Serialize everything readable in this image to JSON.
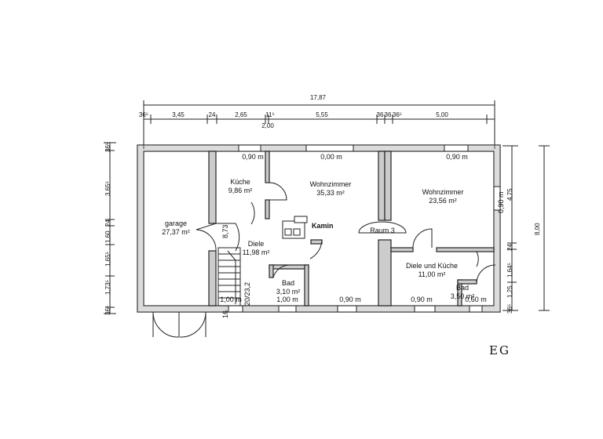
{
  "plan": {
    "top_dims": {
      "total": "17,87",
      "d1": "36⁵",
      "d2": "3,45",
      "d3": "24",
      "d4": "2,65",
      "d5": "11⁵",
      "d6": "2,00",
      "d7": "5,55",
      "d8": "36",
      "d9": "36",
      "d10": "36⁵",
      "d11": "5,00"
    },
    "right_dims": {
      "total": "8,00",
      "d1": "4,75",
      "d2": "24",
      "d3": "1,64⁵",
      "d4": "1,25",
      "d5": "36⁵"
    },
    "left_dims": {
      "d1": "36⁵",
      "d2": "3,65⁵",
      "d3": "24",
      "d4": "1,60",
      "d5": "1,65⁵",
      "d6": "1,73⁵",
      "d7": "36⁵"
    },
    "openings": {
      "kueche_top": "0,90 m",
      "wohn_top": "0,00 m",
      "wohn2_top": "0,90 m",
      "wohn2_right": "0,90 m",
      "garage_bottom": "1,00 m",
      "bad_bottom": "1,00 m",
      "wohn_bottom": "0,90 m",
      "dk_bottom": "0,90 m",
      "bad2_bottom": "0,60 m",
      "stair_text": "20/23,2",
      "stair_n": "16",
      "diele_side": "8,73"
    },
    "rooms": {
      "garage": {
        "name": "garage",
        "area": "27,37 m²"
      },
      "kueche": {
        "name": "Küche",
        "area": "9,86 m²"
      },
      "wohn1": {
        "name": "Wohnzimmer",
        "area": "35,33 m²"
      },
      "diele": {
        "name": "Diele",
        "area": "11,98 m²"
      },
      "bad1": {
        "name": "Bad",
        "area": "3,10 m²"
      },
      "kamin": "Kamin",
      "raum3": "Raum 3",
      "wohn2": {
        "name": "Wohnzimmer",
        "area": "23,56 m²"
      },
      "dk": {
        "name": "Diele und Küche",
        "area": "11,00 m²"
      },
      "bad2": {
        "name": "Bad",
        "area": "3,50 m²"
      }
    },
    "floor_label": "EG"
  }
}
